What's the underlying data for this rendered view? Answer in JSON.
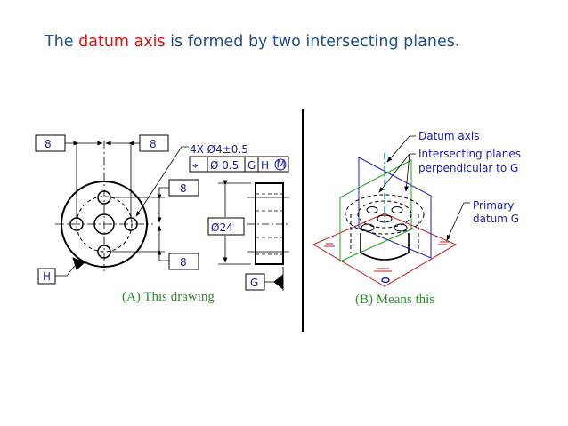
{
  "title": {
    "pre": "The ",
    "highlight": "datum axis",
    "post": " is formed by two intersecting planes."
  },
  "drawing_a": {
    "dim_left": "8",
    "dim_right": "8",
    "dim_top": "8",
    "dim_bottom": "8",
    "hole_callout": "4X Ø4±0.5",
    "fcf": {
      "symbol": "⌖",
      "tolerance": "Ø 0.5",
      "datum1": "G",
      "datum2": "H",
      "modifier": "M"
    },
    "diameter": "Ø24",
    "datum_h": "H",
    "datum_g": "G",
    "caption": "(A) This drawing"
  },
  "drawing_b": {
    "label_datum_axis": "Datum axis",
    "label_planes_1": "Intersecting planes",
    "label_planes_2": "perpendicular to G",
    "label_primary_1": "Primary",
    "label_primary_2": "datum G",
    "caption": "(B) Means this"
  },
  "colors": {
    "title": "#1f4e8c",
    "highlight": "#e01010",
    "annotation": "#1a1aa8",
    "caption": "#2e8b2e"
  }
}
